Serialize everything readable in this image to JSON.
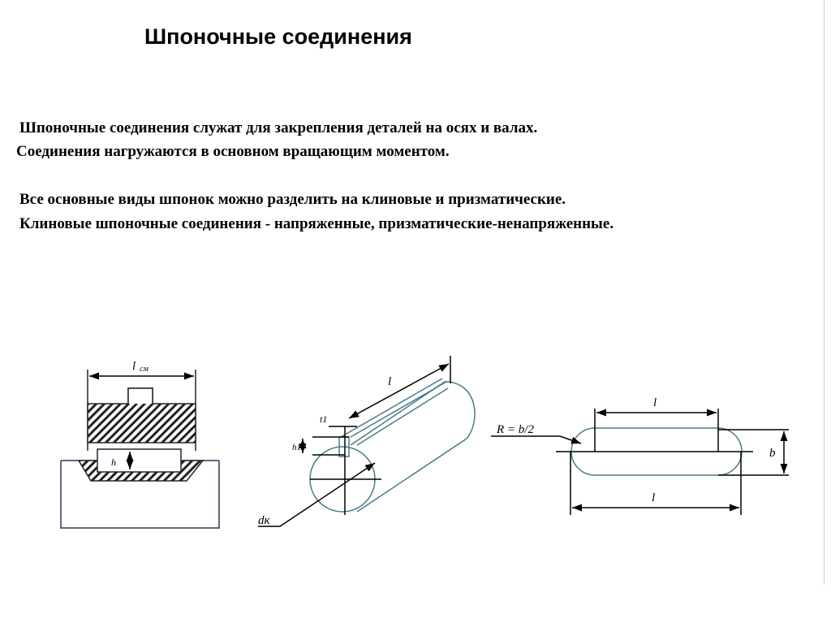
{
  "title": "Шпоночные соединения",
  "paragraphs": [
    "Шпоночные соединения служат для закрепления деталей на осях и валах.",
    " Соединения нагружаются в основном вращающим моментом.",
    "Все основные виды шпонок можно разделить на клиновые и призматические.",
    "Клиновые шпоночные соединения - напряженные, призматические-ненапряженные."
  ],
  "figures": {
    "hub_section": {
      "l_label": "l",
      "l_sub": "см",
      "h_label": "h"
    },
    "shaft_keyway": {
      "l_label": "l",
      "h1_label": "h1",
      "t1_label": "t1",
      "d_label": "dк"
    },
    "key_plan": {
      "r_label": "R = b/2",
      "l_top_label": "l",
      "l_bottom_label": "l",
      "b_label": "b"
    }
  }
}
